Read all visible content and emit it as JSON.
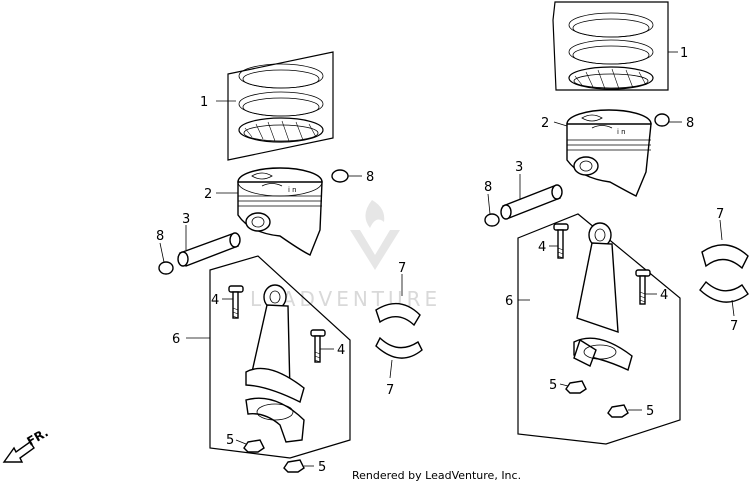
{
  "diagram": {
    "callouts": [
      {
        "id": "l-1",
        "label": "1"
      },
      {
        "id": "l-2",
        "label": "2"
      },
      {
        "id": "l-3",
        "label": "3"
      },
      {
        "id": "l-8",
        "label": "8"
      },
      {
        "id": "l-8b",
        "label": "8"
      },
      {
        "id": "l-6",
        "label": "6"
      },
      {
        "id": "l-4",
        "label": "4"
      },
      {
        "id": "l-4b",
        "label": "4"
      },
      {
        "id": "l-7",
        "label": "7"
      },
      {
        "id": "l-7b",
        "label": "7"
      },
      {
        "id": "l-5",
        "label": "5"
      },
      {
        "id": "l-5b",
        "label": "5"
      },
      {
        "id": "r-1",
        "label": "1"
      },
      {
        "id": "r-2",
        "label": "2"
      },
      {
        "id": "r-8",
        "label": "8"
      },
      {
        "id": "r-3",
        "label": "3"
      },
      {
        "id": "r-8b",
        "label": "8"
      },
      {
        "id": "r-7",
        "label": "7"
      },
      {
        "id": "r-4",
        "label": "4"
      },
      {
        "id": "r-4b",
        "label": "4"
      },
      {
        "id": "r-6",
        "label": "6"
      },
      {
        "id": "r-7b",
        "label": "7"
      },
      {
        "id": "r-5",
        "label": "5"
      },
      {
        "id": "r-5b",
        "label": "5"
      }
    ],
    "direction_label": "FR.",
    "watermark": "LEADVENTURE",
    "credit": "Rendered by LeadVenture, Inc."
  }
}
